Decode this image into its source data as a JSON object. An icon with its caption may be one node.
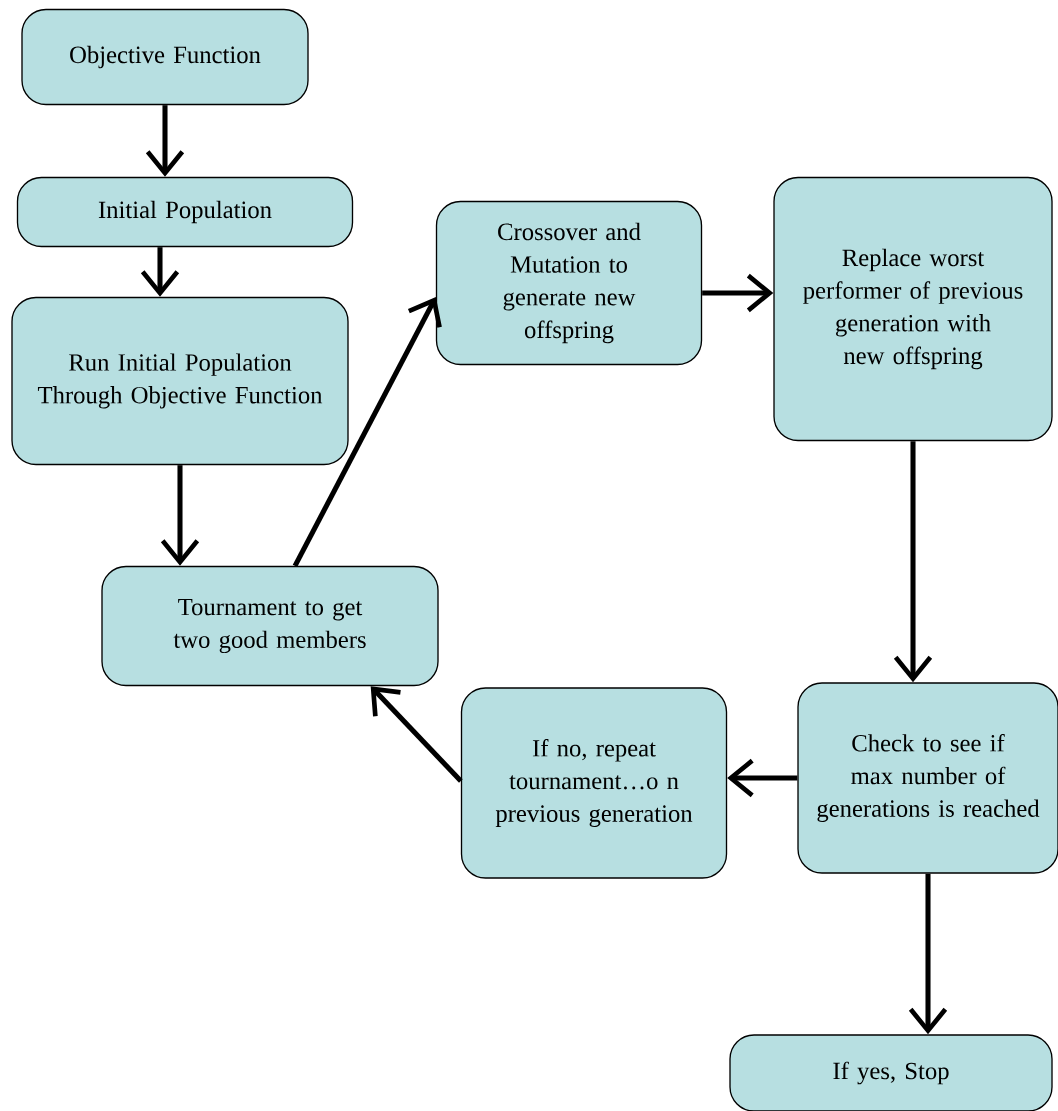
{
  "diagram": {
    "nodes": [
      {
        "text": [
          "Objective Function"
        ]
      },
      {
        "text": [
          "Initial Population"
        ]
      },
      {
        "text": [
          "Run Initial Population Through Objective Function"
        ]
      },
      {
        "text": [
          "Tournament to get two good members"
        ]
      },
      {
        "text": [
          "Crossover and Mutation to generate new offspring"
        ]
      },
      {
        "text": [
          "Replace worst performer of previous generation with new offspring"
        ]
      },
      {
        "text": [
          "Check to see if max number of generations is reached"
        ]
      },
      {
        "text": [
          "If no, repeat tournament…o n previous generation"
        ]
      },
      {
        "text": [
          "If yes, Stop"
        ]
      }
    ],
    "edges": [
      {
        "from": 0,
        "to": 1,
        "arrow": "to"
      },
      {
        "from": 1,
        "to": 2,
        "arrow": "to"
      },
      {
        "from": 2,
        "to": 3,
        "arrow": "to"
      },
      {
        "from": 3,
        "to": 4,
        "arrow": "to"
      },
      {
        "from": 4,
        "to": 5,
        "arrow": "to"
      },
      {
        "from": 5,
        "to": 6,
        "arrow": "to"
      },
      {
        "from": 6,
        "to": 7,
        "arrow": "to"
      },
      {
        "from": 7,
        "to": 3,
        "arrow": "to"
      },
      {
        "from": 6,
        "to": 8,
        "arrow": "to"
      }
    ]
  }
}
